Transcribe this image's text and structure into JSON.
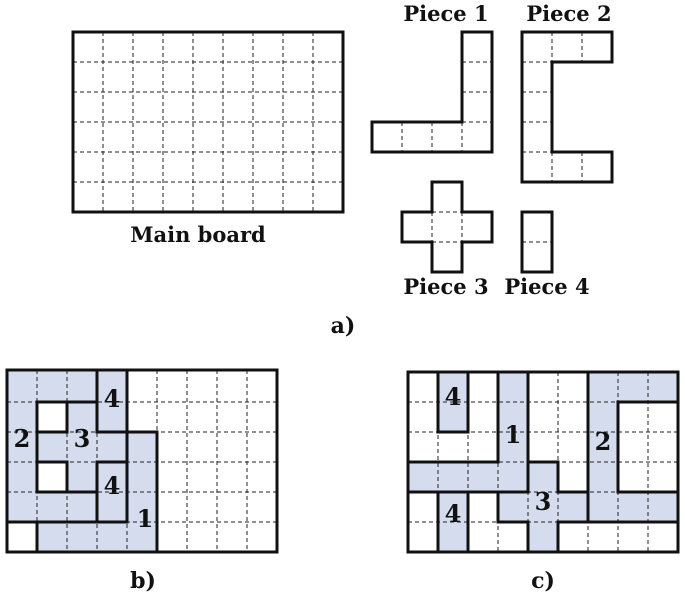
{
  "panel_a": {
    "caption": "a)",
    "board_label": "Main board",
    "board_cols": 9,
    "board_rows": 6,
    "pieces": [
      {
        "label": "Piece 1"
      },
      {
        "label": "Piece 2"
      },
      {
        "label": "Piece 3"
      },
      {
        "label": "Piece 4"
      }
    ]
  },
  "panel_b": {
    "caption": "b)",
    "numbers": [
      "4",
      "2",
      "3",
      "4",
      "1"
    ]
  },
  "panel_c": {
    "caption": "c)",
    "numbers": [
      "4",
      "1",
      "2",
      "3",
      "4"
    ]
  },
  "colors": {
    "shade": "#d4dcee",
    "line": "#111111"
  }
}
